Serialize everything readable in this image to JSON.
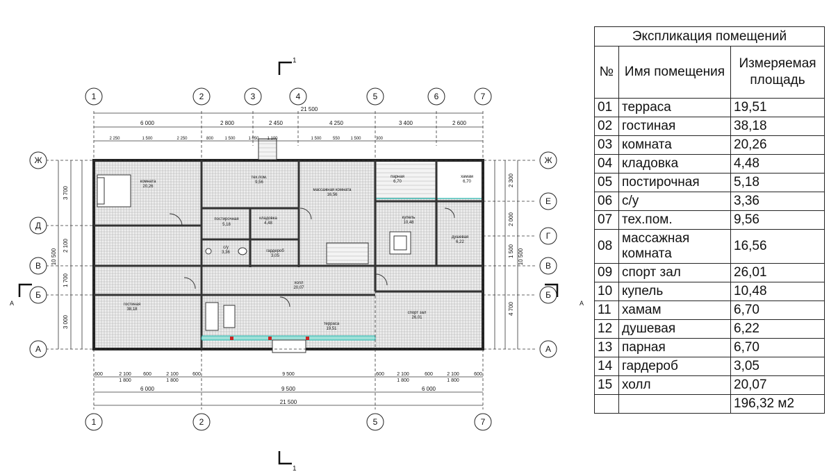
{
  "explication": {
    "title": "Экспликация помещений",
    "col_num": "№",
    "col_name": "Имя помещения",
    "col_area": "Измеряемая площадь",
    "rows": [
      {
        "num": "01",
        "name": "терраса",
        "area": "19,51"
      },
      {
        "num": "02",
        "name": "гостиная",
        "area": "38,18"
      },
      {
        "num": "03",
        "name": "комната",
        "area": "20,26"
      },
      {
        "num": "04",
        "name": "кладовка",
        "area": "4,48"
      },
      {
        "num": "05",
        "name": "постирочная",
        "area": "5,18"
      },
      {
        "num": "06",
        "name": "с/у",
        "area": "3,36"
      },
      {
        "num": "07",
        "name": "тех.пом.",
        "area": "9,56"
      },
      {
        "num": "08",
        "name": "массажная комната",
        "area": "16,56"
      },
      {
        "num": "09",
        "name": "спорт зал",
        "area": "26,01"
      },
      {
        "num": "10",
        "name": "купель",
        "area": "10,48"
      },
      {
        "num": "11",
        "name": "хамам",
        "area": "6,70"
      },
      {
        "num": "12",
        "name": "душевая",
        "area": "6,22"
      },
      {
        "num": "13",
        "name": "парная",
        "area": "6,70"
      },
      {
        "num": "14",
        "name": "гардероб",
        "area": "3,05"
      },
      {
        "num": "15",
        "name": "холл",
        "area": "20,07"
      }
    ],
    "total": "196,32 м2"
  },
  "plan": {
    "axes_numeric": [
      "1",
      "2",
      "3",
      "4",
      "5",
      "6",
      "7"
    ],
    "axes_bottom": [
      "1",
      "2",
      "5",
      "7"
    ],
    "axes_letters_left": [
      "Ж",
      "Д",
      "В",
      "Б",
      "А"
    ],
    "axes_letters_right": [
      "Ж",
      "Е",
      "Г",
      "В",
      "Б",
      "А"
    ],
    "section_mark": "1",
    "section_side": "А",
    "overall_dim": "21 500",
    "top_dims": [
      "6 000",
      "2 800",
      "2 450",
      "4 250",
      "3 400",
      "2 600"
    ],
    "top_sub_dims": [
      "2 250",
      "1 500",
      "2 250",
      "800",
      "1 500",
      "1 050",
      "1 100",
      "1 500",
      "550",
      "1 500",
      "300"
    ],
    "bottom_dims": [
      "6 000",
      "9 500",
      "6 000"
    ],
    "bottom_sub": [
      "600",
      "2 100",
      "600",
      "2 100",
      "600",
      "9 500",
      "600",
      "2 100",
      "600",
      "2 100",
      "600"
    ],
    "bottom_sub2": [
      "1 800",
      "1 800",
      "1 800",
      "1 800"
    ],
    "left_total": "10 500",
    "left_dims": [
      "3 700",
      "2 100",
      "1 700",
      "3 000"
    ],
    "right_total": "10 500",
    "right_dims": [
      "2 300",
      "2 000",
      "1 500",
      "4 700"
    ],
    "room_labels": [
      {
        "name": "комната",
        "area": "20,26"
      },
      {
        "name": "тех.пом.",
        "area": "9,56"
      },
      {
        "name": "массажная комната",
        "area": "16,56"
      },
      {
        "name": "парная",
        "area": "6,70"
      },
      {
        "name": "хамам",
        "area": "6,70"
      },
      {
        "name": "постирочная",
        "area": "5,18"
      },
      {
        "name": "кладовка",
        "area": "4,48"
      },
      {
        "name": "купель",
        "area": "10,48"
      },
      {
        "name": "душевая",
        "area": "6,22"
      },
      {
        "name": "с/у",
        "area": "3,36"
      },
      {
        "name": "гардероб",
        "area": "3,05"
      },
      {
        "name": "холл",
        "area": "20,07"
      },
      {
        "name": "гостиная",
        "area": "38,18"
      },
      {
        "name": "терраса",
        "area": "19,51"
      },
      {
        "name": "спорт зал",
        "area": "26,01"
      }
    ],
    "colors": {
      "line": "#222222",
      "floor": "#d9d9d9",
      "sauna": "#20b2aa",
      "accent_red": "#cc2222"
    }
  }
}
